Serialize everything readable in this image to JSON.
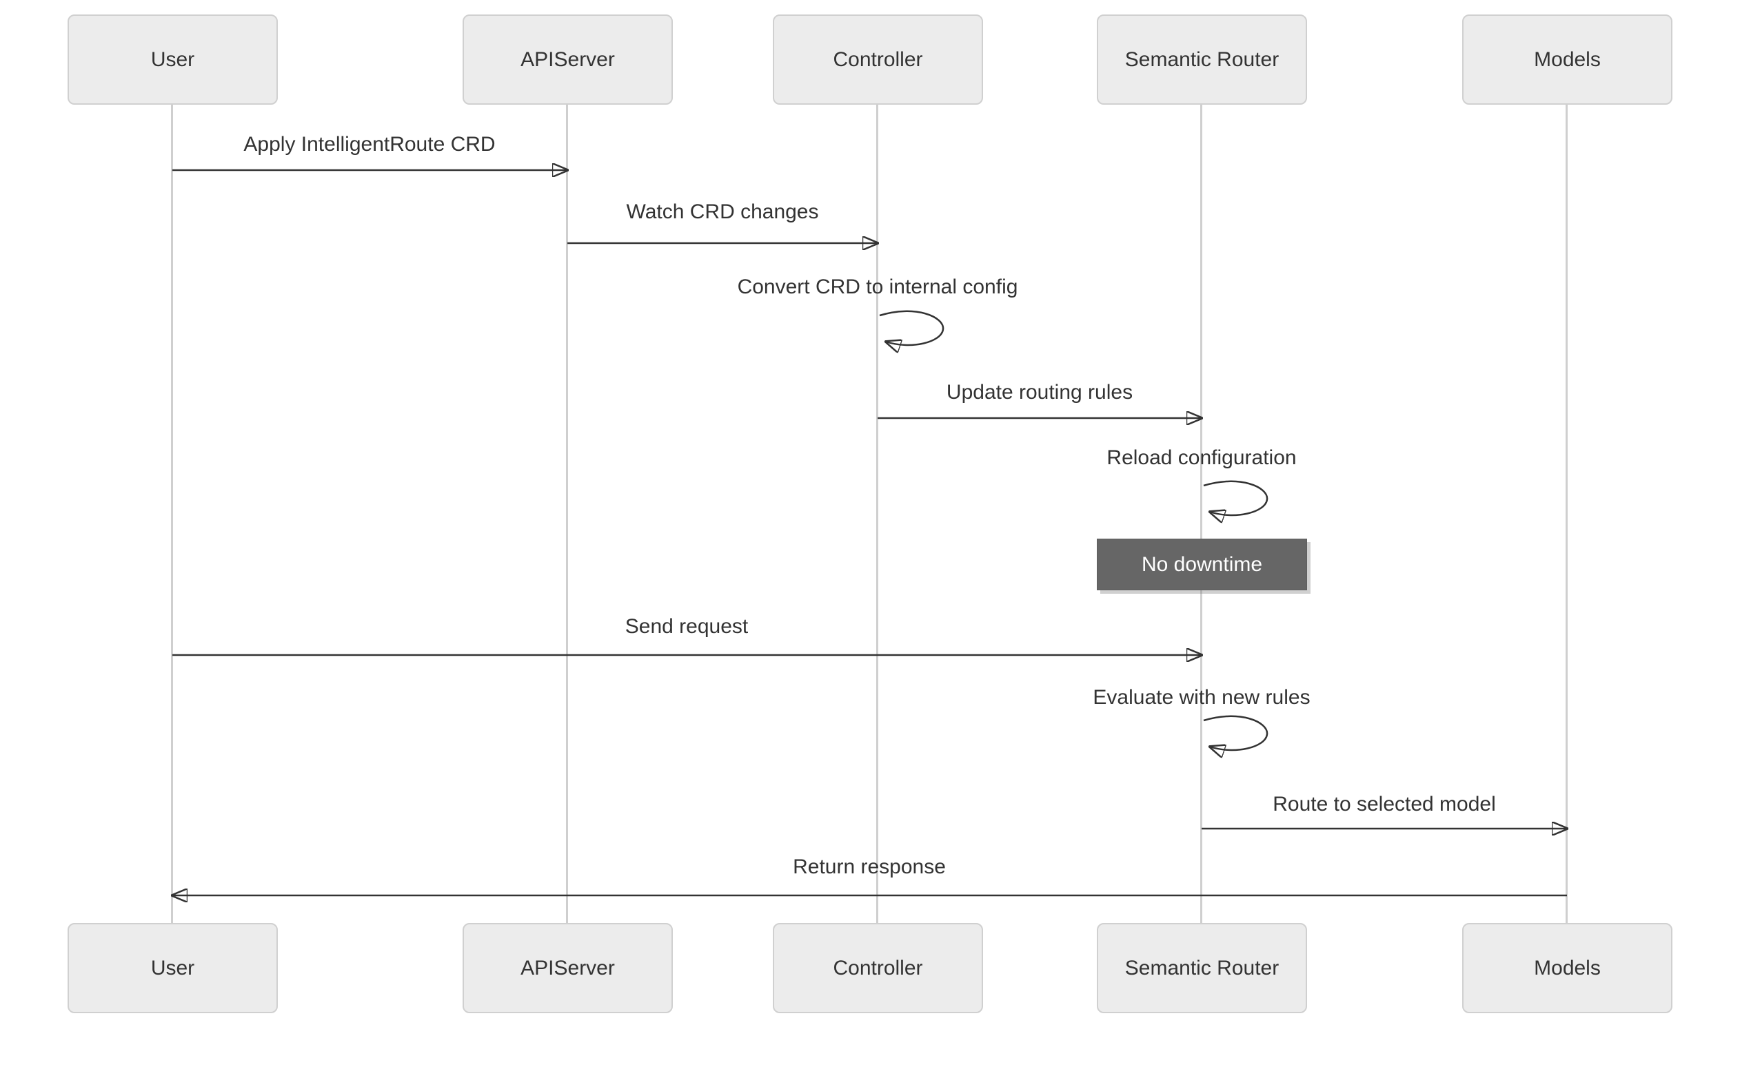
{
  "diagram_type": "sequence-diagram",
  "actors": [
    {
      "name": "User"
    },
    {
      "name": "APIServer"
    },
    {
      "name": "Controller"
    },
    {
      "name": "Semantic Router"
    },
    {
      "name": "Models"
    }
  ],
  "messages": [
    {
      "from": "User",
      "to": "APIServer",
      "label": "Apply IntelligentRoute CRD",
      "type": "solid-arrow"
    },
    {
      "from": "APIServer",
      "to": "Controller",
      "label": "Watch CRD changes",
      "type": "solid-arrow"
    },
    {
      "from": "Controller",
      "to": "Controller",
      "label": "Convert CRD to internal config",
      "type": "self-loop"
    },
    {
      "from": "Controller",
      "to": "Semantic Router",
      "label": "Update routing rules",
      "type": "solid-arrow"
    },
    {
      "from": "Semantic Router",
      "to": "Semantic Router",
      "label": "Reload configuration",
      "type": "self-loop"
    },
    {
      "from": "User",
      "to": "Semantic Router",
      "label": "Send request",
      "type": "solid-arrow"
    },
    {
      "from": "Semantic Router",
      "to": "Semantic Router",
      "label": "Evaluate with new rules",
      "type": "self-loop"
    },
    {
      "from": "Semantic Router",
      "to": "Models",
      "label": "Route to selected model",
      "type": "solid-arrow"
    },
    {
      "from": "Models",
      "to": "User",
      "label": "Return response",
      "type": "solid-arrow"
    }
  ],
  "note": {
    "text": "No downtime",
    "over": "Semantic Router"
  },
  "colors": {
    "background": "#ffffff",
    "actor_fill": "#ececec",
    "actor_border": "#d0d0d0",
    "lifeline": "#cfcfcf",
    "message_line": "#333333",
    "message_text": "#333333",
    "note_fill": "#666666",
    "note_text": "#ffffff"
  }
}
